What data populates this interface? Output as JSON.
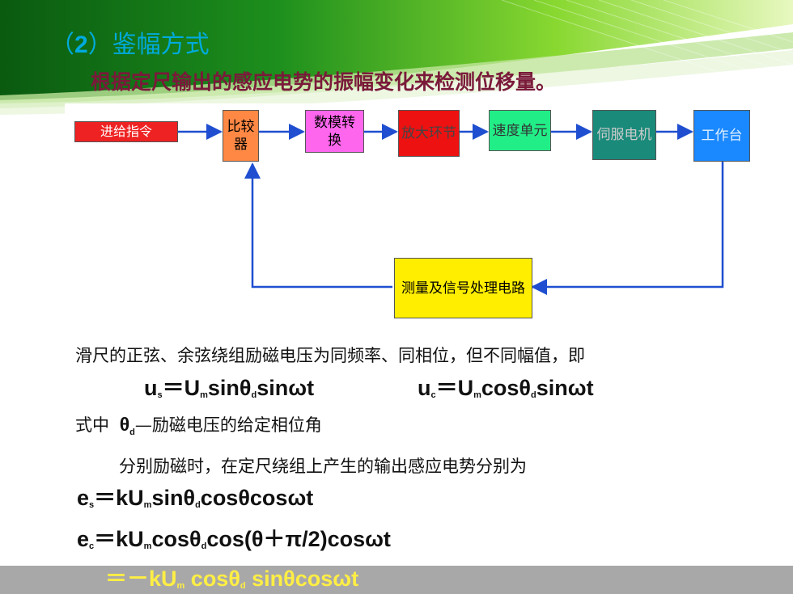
{
  "title": {
    "prefix": "（",
    "num": "2",
    "suffix": "）鉴幅方式"
  },
  "subtitle": "根据定尺输出的感应电势的振幅变化来检测位移量。",
  "diagram": {
    "blocks": {
      "input": "进给指令",
      "comparator": "比较器",
      "da": "数模转换",
      "amp": "放大环节",
      "speed": "速度单元",
      "servo": "伺服电机",
      "table": "工作台",
      "measure": "测量及信号处理电路"
    }
  },
  "body": {
    "line1": "滑尺的正弦、余弦绕组励磁电压为同频率、同相位，但不同幅值，即",
    "eq_us": {
      "a": "u",
      "s": "s",
      "b": "＝U",
      "m": "m",
      "c": "sinθ",
      "d": "d",
      "e": "sinωt"
    },
    "eq_uc": {
      "a": "u",
      "s": "c",
      "b": "＝U",
      "m": "m",
      "c": "cosθ",
      "d": "d",
      "e": "sinωt"
    },
    "where_prefix": "式中",
    "where_theta": "θ",
    "where_sub": "d",
    "where_desc": "—励磁电压的给定相位角",
    "line2": "分别励磁时，在定尺绕组上产生的输出感应电势分别为",
    "eq_es": {
      "a": "e",
      "s": "s",
      "b": "＝kU",
      "m": "m",
      "c": "sinθ",
      "d": "d",
      "e": "cosθcosωt"
    },
    "eq_ec": {
      "a": "e",
      "s": "c",
      "b": "＝kU",
      "m": "m",
      "c": "cosθ",
      "d": "d",
      "e": "cos(θ＋π/2)cosωt"
    },
    "eq_last": {
      "a": "＝－kU",
      "m": "m",
      "b": " cosθ",
      "d": "d",
      "c": " sinθcosωt"
    }
  },
  "colors": {
    "title": "#00aadd",
    "subtitle": "#7a1a3a",
    "arrow": "#1f4fd0",
    "input": "#ee2222",
    "comparator": "#ff8844",
    "da": "#ff66ee",
    "amp": "#ee1111",
    "speed": "#22ee88",
    "servo": "#1a8a7a",
    "table": "#1a88ff",
    "measure": "#ffee00",
    "lasteq": "#ffee44"
  }
}
